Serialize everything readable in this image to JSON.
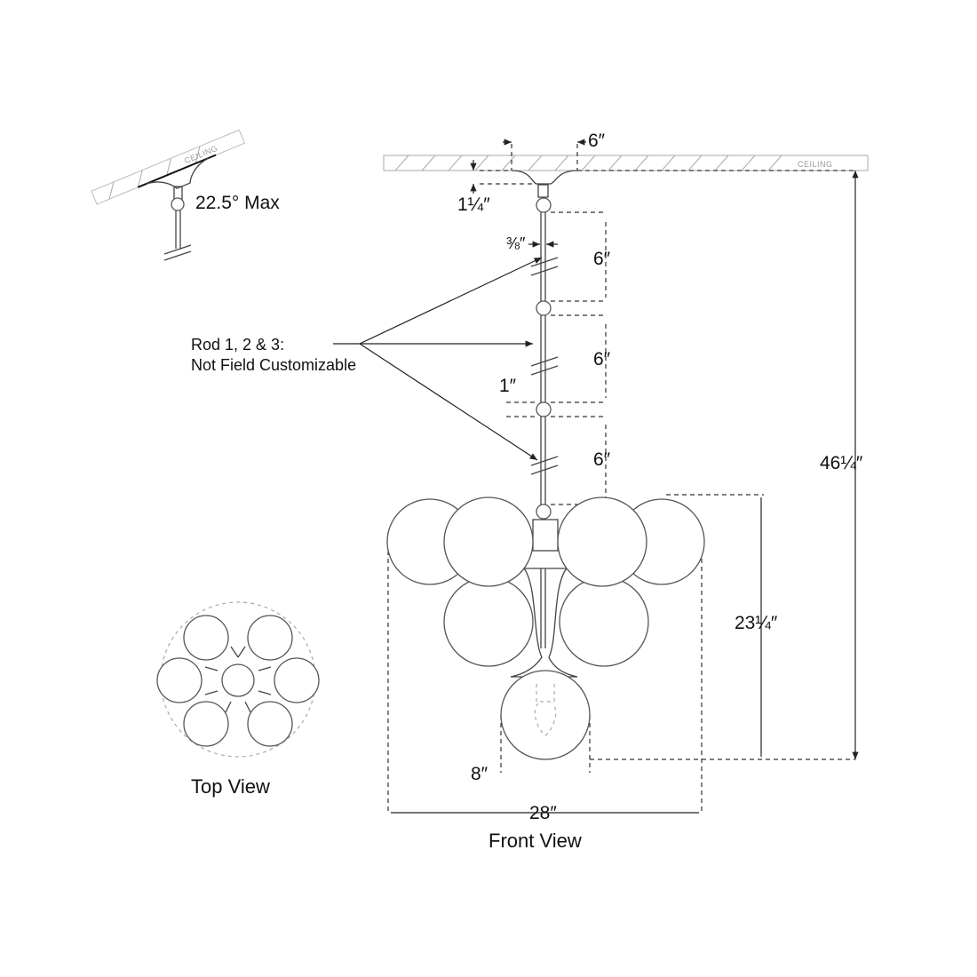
{
  "angle_detail": {
    "ceiling_label": "CEILING",
    "max_angle": "22.5° Max"
  },
  "front_view": {
    "ceiling_label": "CEILING",
    "canopy_width": "6″",
    "canopy_height": "1¼″",
    "rod_diameter": "⅜″",
    "rod_1_length": "6″",
    "rod_2_length": "6″",
    "connector_height": "1″",
    "rod_3_length": "6″",
    "overall_height": "46¼″",
    "fixture_height": "23¼″",
    "globe_diameter": "8″",
    "overall_width": "28″",
    "title": "Front View"
  },
  "rod_note": {
    "line1": "Rod 1, 2 & 3:",
    "line2": "Not Field Customizable"
  },
  "top_view": {
    "title": "Top View"
  }
}
